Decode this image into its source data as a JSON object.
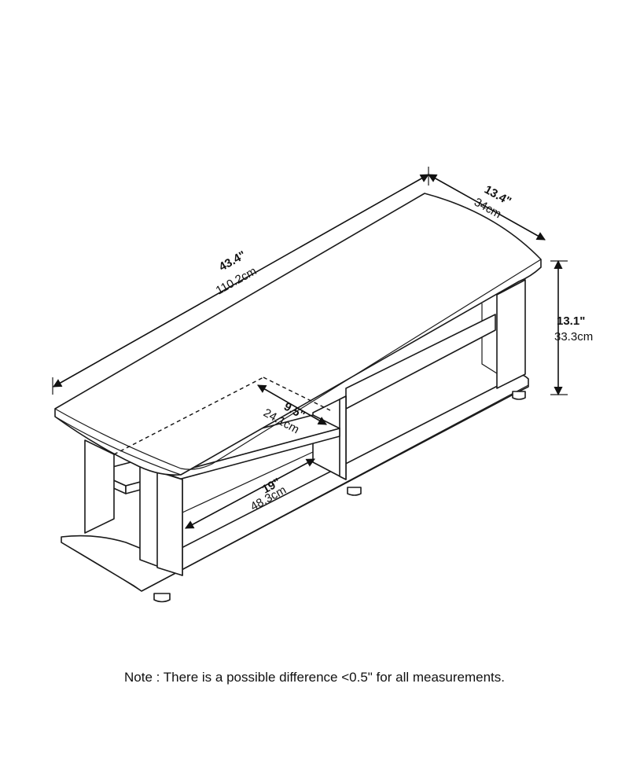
{
  "product": "tv-stand",
  "dimensions": {
    "length": {
      "imperial": "43.4\"",
      "metric": "110.2cm"
    },
    "depth": {
      "imperial": "13.4\"",
      "metric": "34cm"
    },
    "height": {
      "imperial": "13.1\"",
      "metric": "33.3cm"
    },
    "shelf_depth": {
      "imperial": "9.5\"",
      "metric": "24.1cm"
    },
    "shelf_width": {
      "imperial": "19\"",
      "metric": "48.3cm"
    }
  },
  "note": "Note : There is a possible difference <0.5\" for all measurements.",
  "colors": {
    "line": "#1a1a1a",
    "background": "#ffffff"
  }
}
